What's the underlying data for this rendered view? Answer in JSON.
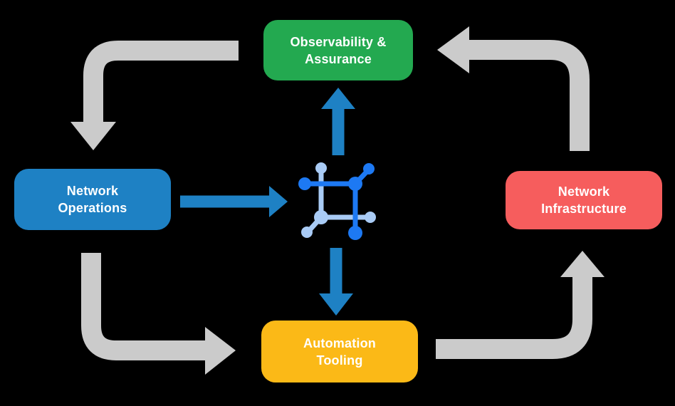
{
  "colors": {
    "background": "#000000",
    "cycle_arrow": "#CBCBCB",
    "hub_arrow": "#1E81C4",
    "icon_dark_blue": "#1D79F3",
    "icon_light_blue": "#A9CBF5",
    "text": "#FFFFFF",
    "observability_green": "#23A950",
    "operations_blue": "#1E81C4",
    "infrastructure_red": "#F65D5D",
    "automation_yellow": "#FBB917"
  },
  "nodes": {
    "observability": {
      "lines": [
        "Observability &",
        "Assurance"
      ],
      "color": "#23A950"
    },
    "operations": {
      "lines": [
        "Network",
        "Operations"
      ],
      "color": "#1E81C4"
    },
    "infrastructure": {
      "lines": [
        "Network",
        "Infrastructure"
      ],
      "color": "#F65D5D"
    },
    "automation": {
      "lines": [
        "Automation",
        "Tooling"
      ],
      "color": "#FBB917"
    }
  },
  "center_icon": {
    "name": "network-mesh-icon"
  },
  "arrows": {
    "cycle": [
      {
        "from": "Observability & Assurance",
        "to": "Network Operations"
      },
      {
        "from": "Network Operations",
        "to": "Automation Tooling"
      },
      {
        "from": "Automation Tooling",
        "to": "Network Infrastructure"
      },
      {
        "from": "Network Infrastructure",
        "to": "Observability & Assurance"
      }
    ],
    "hub": [
      {
        "from": "Network Operations",
        "to": "center icon"
      },
      {
        "from": "center icon",
        "to": "Observability & Assurance"
      },
      {
        "from": "center icon",
        "to": "Automation Tooling"
      }
    ]
  }
}
